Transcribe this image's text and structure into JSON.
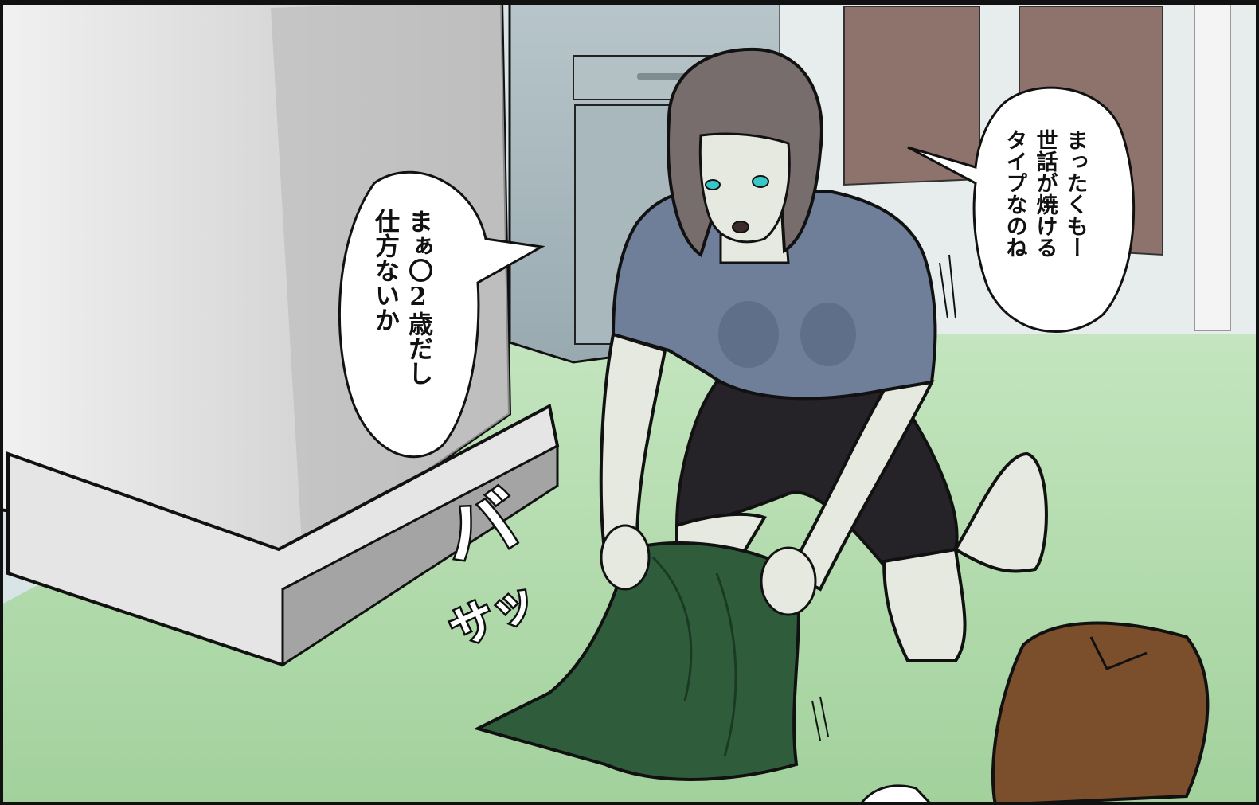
{
  "panel": {
    "speech_bubbles": [
      {
        "id": "left",
        "lines": [
          "まぁ〇2歳だし",
          "仕方ないか"
        ]
      },
      {
        "id": "right",
        "lines": [
          "まったくもー",
          "世話が焼ける",
          "タイプなのね"
        ]
      }
    ],
    "sound_effect": {
      "chars": [
        "バ",
        "サッ"
      ]
    }
  },
  "colors": {
    "floor": "#a8d6a1",
    "wall": "#d5e2e3",
    "washer": "#d7d7d7",
    "washer_base": "#e8e8e8",
    "shirt": "#6f7f99",
    "shorts": "#262328",
    "skin": "#e6e9e0",
    "hair": "#7a6e6e",
    "eyes": "#36c7c9",
    "green_cloth": "#2f5d3c",
    "brown_cloth": "#7a4d2b",
    "door": "#8a6e67",
    "outline": "#111111"
  }
}
